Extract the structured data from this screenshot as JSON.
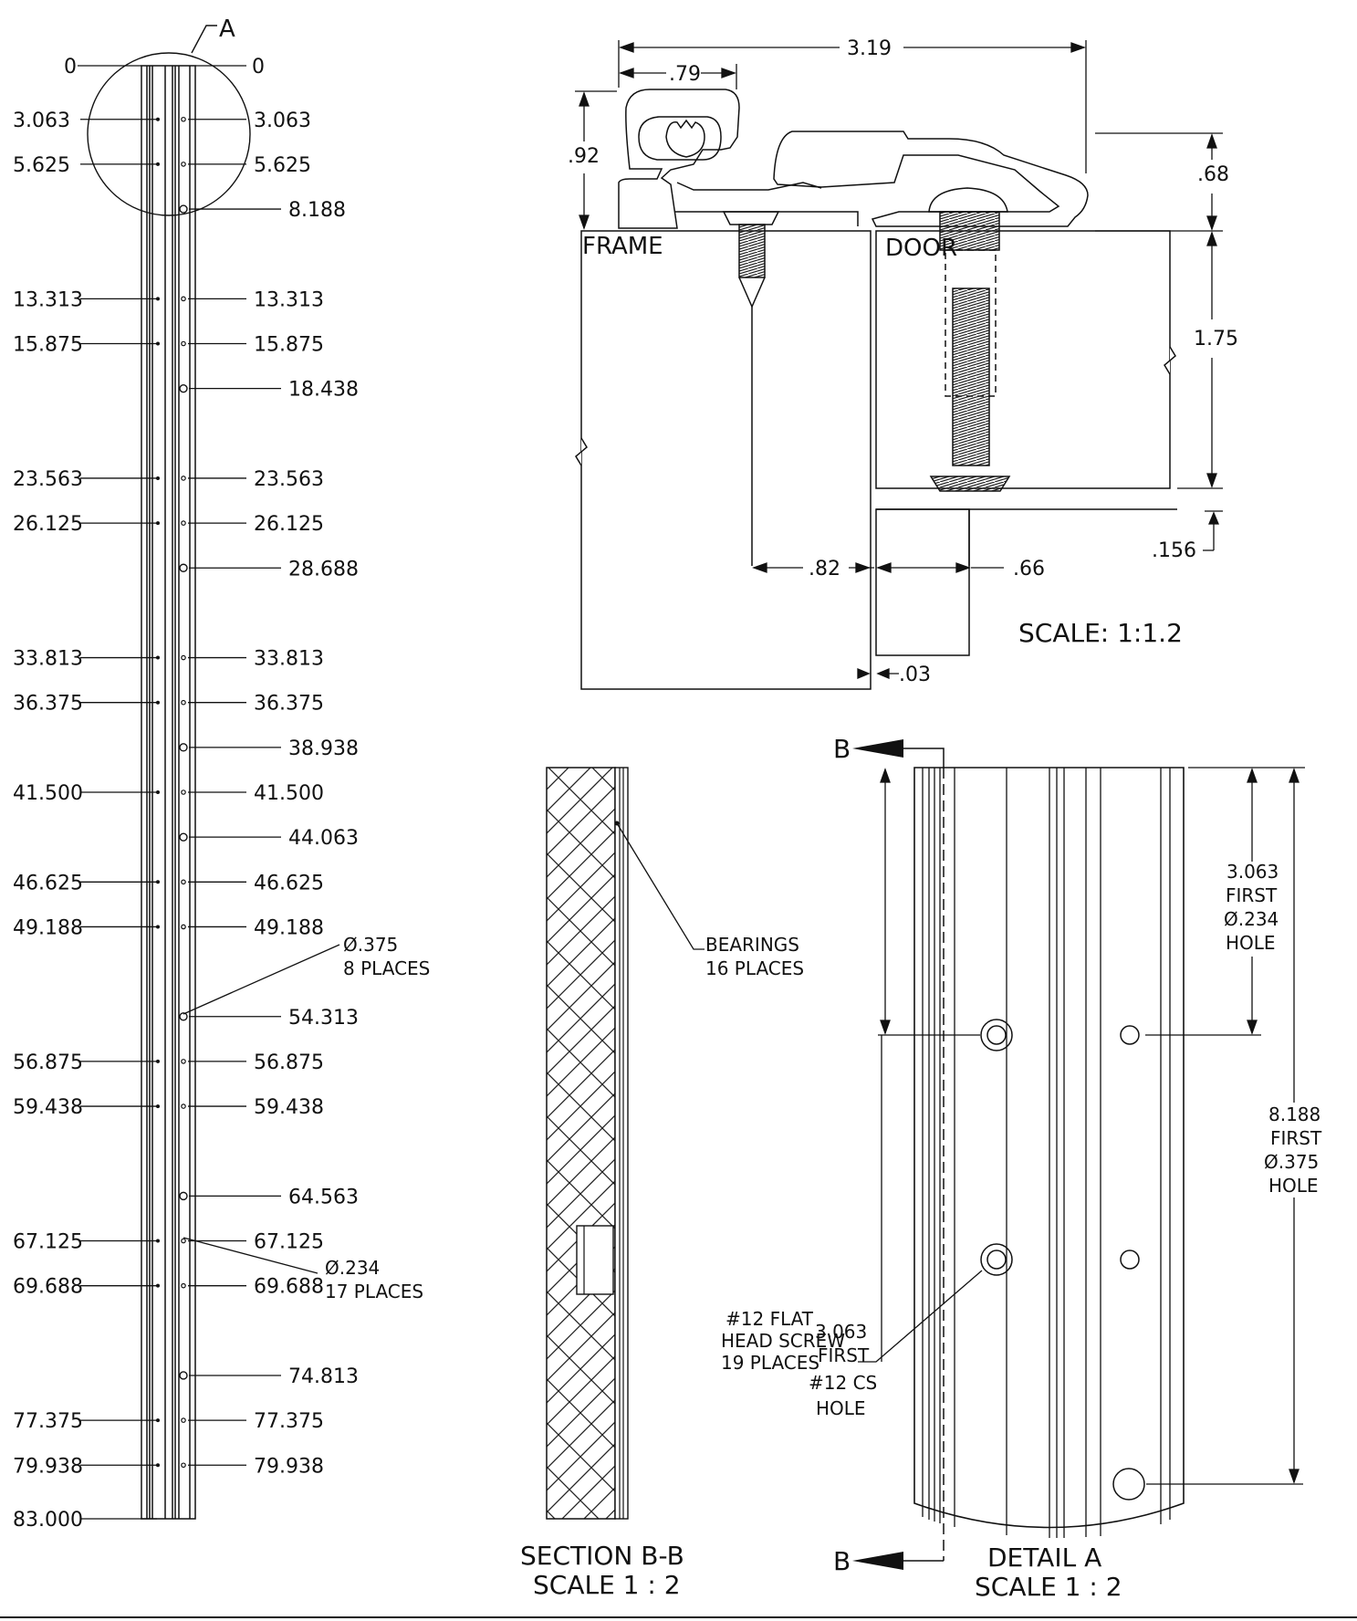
{
  "strip": {
    "detail_callout": "A",
    "top_left": "0",
    "top_right": "0",
    "left_dims": [
      "3.063",
      "5.625",
      "13.313",
      "15.875",
      "23.563",
      "26.125",
      "33.813",
      "36.375",
      "41.500",
      "46.625",
      "49.188",
      "56.875",
      "59.438",
      "67.125",
      "69.688",
      "77.375",
      "79.938",
      "83.000"
    ],
    "right_small_dims": [
      "3.063",
      "5.625",
      "13.313",
      "15.875",
      "23.563",
      "26.125",
      "33.813",
      "36.375",
      "41.500",
      "46.625",
      "49.188",
      "56.875",
      "59.438",
      "67.125",
      "69.688",
      "77.375",
      "79.938"
    ],
    "right_large_dims": [
      "8.188",
      "18.438",
      "28.688",
      "38.938",
      "44.063",
      "54.313",
      "64.563",
      "74.813"
    ],
    "note_large_hole": [
      "Ø.375",
      "8 PLACES"
    ],
    "note_small_hole": [
      "Ø.234",
      "17 PLACES"
    ]
  },
  "section_view": {
    "dim_overall": "3.19",
    "dim_79": ".79",
    "dim_92": ".92",
    "dim_68": ".68",
    "dim_175": "1.75",
    "dim_156": ".156",
    "dim_82": ".82",
    "dim_66": ".66",
    "dim_03": ".03",
    "frame_label": "FRAME",
    "door_label": "DOOR",
    "scale": "SCALE: 1:1.2"
  },
  "section_bb": {
    "note": [
      "BEARINGS",
      "16 PLACES"
    ],
    "title": "SECTION B-B",
    "scale": "SCALE 1 : 2"
  },
  "detail_a": {
    "section_marker": "B",
    "section_marker_bottom": "B",
    "note_234": [
      "3.063",
      "FIRST",
      "Ø.234",
      "HOLE"
    ],
    "note_375": [
      "8.188",
      "FIRST",
      "Ø.375",
      "HOLE"
    ],
    "note_screw": [
      "#12 FLAT",
      "HEAD SCREW",
      "19 PLACES"
    ],
    "note_cs": [
      "3.063",
      "FIRST",
      "#12 CS",
      "HOLE"
    ],
    "title": "DETAIL A",
    "scale": "SCALE 1 : 2"
  }
}
